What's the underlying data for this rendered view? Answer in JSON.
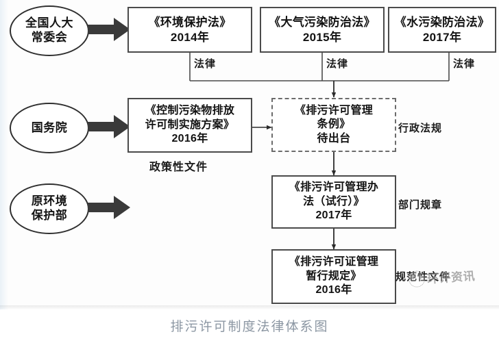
{
  "figure": {
    "caption": "排污许可制度法律体系图",
    "watermark": {
      "text": "环评资讯",
      "logo_icon": "panda-logo-icon"
    }
  },
  "actors": [
    {
      "id": "npc-standing-committee",
      "label": "全国人大\n常委会"
    },
    {
      "id": "state-council",
      "label": "国务院"
    },
    {
      "id": "former-mep",
      "label": "原环境\n保护部"
    }
  ],
  "documents": [
    {
      "id": "environmental-protection-law",
      "title": "《环境保护法》",
      "year": "2014年",
      "tier": "法律",
      "style": "solid"
    },
    {
      "id": "air-pollution-law",
      "title": "《大气污染防治法》",
      "year": "2015年",
      "tier": "法律",
      "style": "solid"
    },
    {
      "id": "water-pollution-law",
      "title": "《水污染防治法》",
      "year": "2017年",
      "tier": "法律",
      "style": "solid"
    },
    {
      "id": "pollutant-discharge-permit-plan",
      "title": "《控制污染物排放\n许可制实施方案》",
      "year": "2016年",
      "tier": "政策性文件",
      "style": "solid"
    },
    {
      "id": "discharge-permit-regulation",
      "title": "《排污许可管理\n条例》",
      "year": "待出台",
      "tier": "行政法规",
      "style": "dashed"
    },
    {
      "id": "discharge-permit-measures",
      "title": "《排污许可管理办\n法（试行）》",
      "year": "2017年",
      "tier": "部门规章",
      "style": "solid"
    },
    {
      "id": "discharge-permit-interim-rules",
      "title": "《排污许可证管理\n暂行规定》",
      "year": "2016年",
      "tier": "规范性文件",
      "style": "solid"
    }
  ],
  "colors": {
    "box_border": "#4a4a4a",
    "dashed_border": "#6b6b6b",
    "ellipse_border": "#2f2f2f",
    "block_arrow": "#3a3a3a",
    "connector": "#2b2b2b",
    "caption_text": "#8c97a3",
    "watermark_text": "#8f8f8f"
  }
}
